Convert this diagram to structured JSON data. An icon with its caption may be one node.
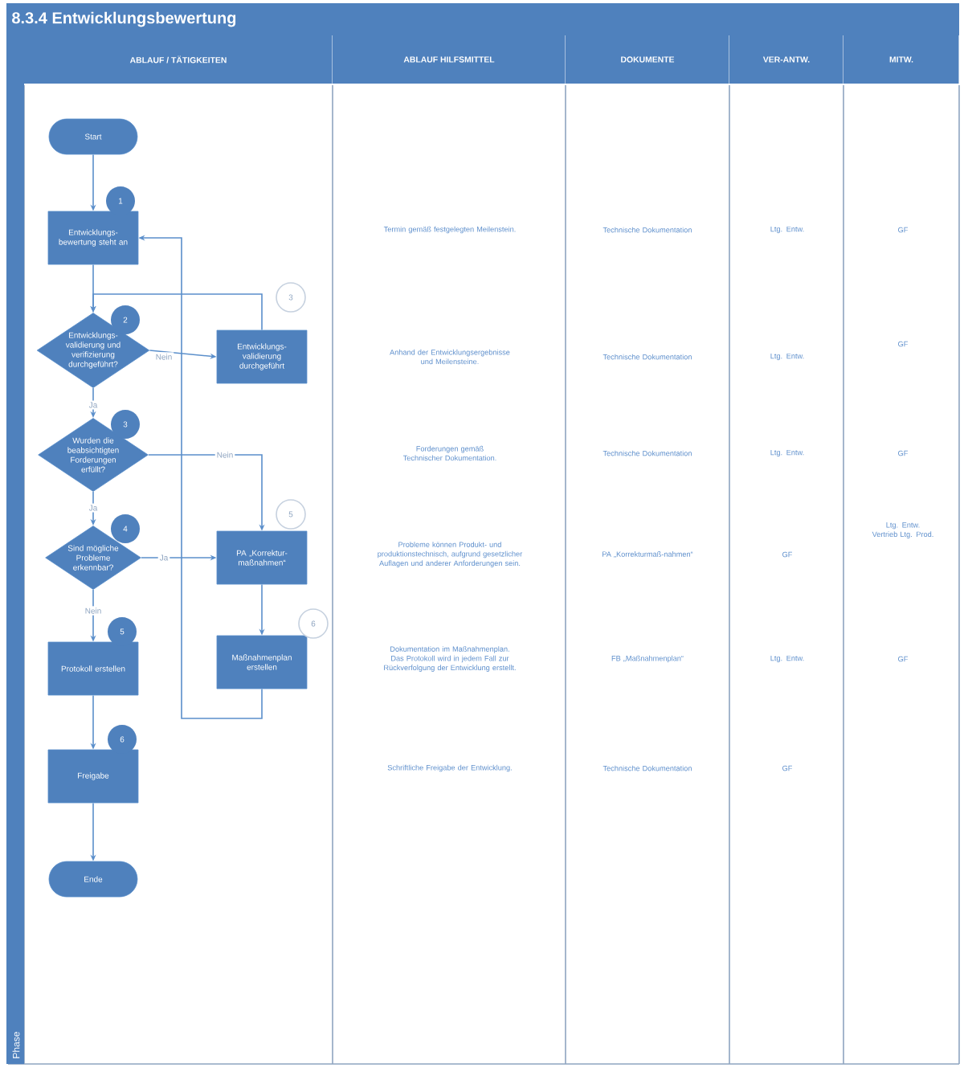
{
  "diagram": {
    "title": "8.3.4 Entwicklungsbewertung",
    "nodes": [
      {
        "text": [
          "Start"
        ]
      },
      {
        "text": [
          "Entwicklungs-bewertung steht an"
        ],
        "beside": [
          "1"
        ]
      },
      {
        "text": [
          "Entwicklungs-validierung und verifizierung durchgeführt?"
        ],
        "beside": [
          "2"
        ]
      },
      {
        "text": [
          "Entwicklungs-validierung durchgeführt"
        ],
        "beside": [
          "3"
        ]
      },
      {
        "text": [
          "Wurden die beabsichtigten Forderungen erfüllt?"
        ],
        "beside": [
          "3"
        ]
      },
      {
        "text": [
          "Sind mögliche Probleme erkennbar?"
        ],
        "beside": [
          "4"
        ]
      },
      {
        "text": [
          "PA „Korrektur-maßnahmen“"
        ],
        "beside": [
          "5"
        ]
      },
      {
        "text": [
          "Maßnahmenplan erstellen"
        ],
        "beside": [
          "6"
        ]
      },
      {
        "text": [
          "Protokoll erstellen"
        ],
        "beside": [
          "5"
        ]
      },
      {
        "text": [
          "Freigabe"
        ],
        "beside": [
          "6"
        ]
      },
      {
        "text": [
          "Ende"
        ]
      }
    ],
    "edges": [
      {
        "from": 0,
        "to": 1,
        "arrow": "to"
      },
      {
        "from": 1,
        "to": 2,
        "arrow": "to"
      },
      {
        "from": 2,
        "to": 3,
        "arrow": "to",
        "label": "Nein"
      },
      {
        "from": 3,
        "to": 2,
        "arrow": "to"
      },
      {
        "from": 2,
        "to": 4,
        "arrow": "to",
        "label": "Ja"
      },
      {
        "from": 4,
        "to": 6,
        "arrow": "to",
        "label": "Nein"
      },
      {
        "from": 4,
        "to": 5,
        "arrow": "to",
        "label": "Ja"
      },
      {
        "from": 5,
        "to": 6,
        "arrow": "to",
        "label": "Ja"
      },
      {
        "from": 5,
        "to": 8,
        "arrow": "to",
        "label": "Nein"
      },
      {
        "from": 6,
        "to": 7,
        "arrow": "to"
      },
      {
        "from": 7,
        "to": 1,
        "arrow": "to"
      },
      {
        "from": 8,
        "to": 9,
        "arrow": "to"
      },
      {
        "from": 9,
        "to": 10,
        "arrow": "to"
      }
    ],
    "labels": [
      "ABLAUF / TÄTIGKEITEN",
      "ABLAUF HILFSMITTEL",
      "DOKUMENTE",
      "VER-ANTW.",
      "MITW.",
      "Phase",
      "Termin gemäß festgelegten Meilenstein.",
      "Technische Dokumentation",
      "Ltg. Entw.",
      "GF",
      "Anhand der Entwicklungsergebnisse und Meilensteine.",
      "Technische Dokumentation",
      "Ltg. Entw.",
      "GF",
      "Forderungen gemäß Technischer Dokumentation.",
      "Technische Dokumentation",
      "Ltg. Entw.",
      "GF",
      "Probleme können Produkt- und produktionstechnisch, aufgrund gesetzlicher Auflagen und anderer Anforderungen sein.",
      "PA „Korrekturmaß-nahmen“",
      "GF",
      "Ltg. Entw. Vertrieb Ltg. Prod.",
      "Dokumentation im Maßnahmenplan. Das Protokoll wird in jedem Fall zur Rückverfolgung der Entwicklung erstellt.",
      "FB „Maßnahmenplan“",
      "Ltg. Entw.",
      "GF",
      "Schriftliche Freigabe der Entwicklung.",
      "Technische Dokumentation",
      "GF"
    ]
  }
}
